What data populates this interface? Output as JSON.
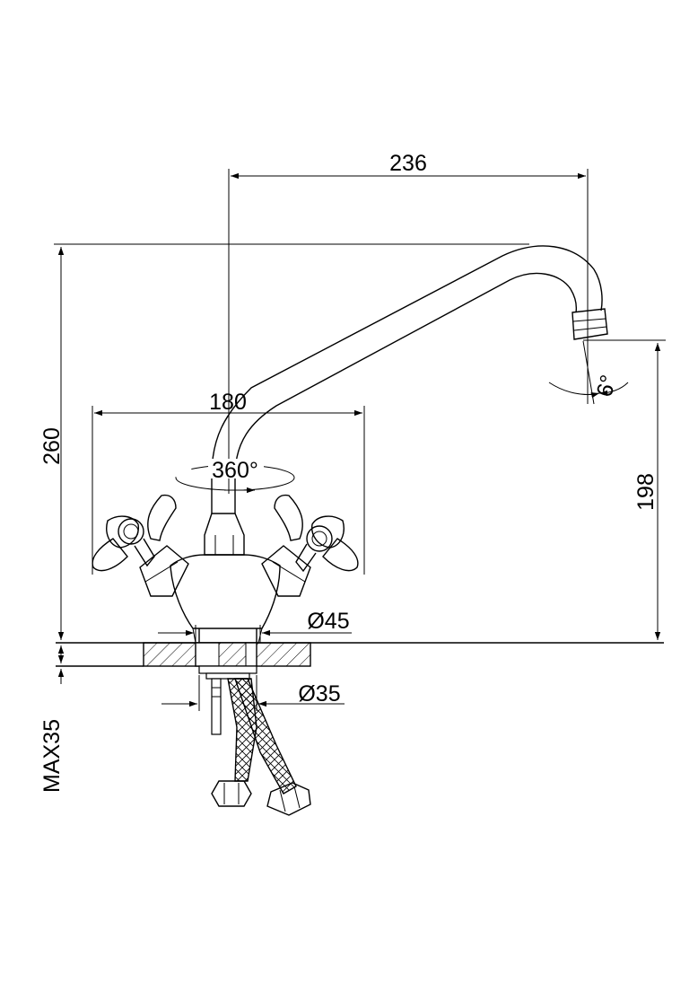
{
  "dimensions": {
    "spout_reach": "236",
    "handle_span": "180",
    "rotation": "360°",
    "total_height": "260",
    "spout_height": "198",
    "spout_tilt": "6°",
    "base_diameter": "Ø45",
    "hole_diameter": "Ø35",
    "max_counter_thickness": "MAX35"
  }
}
